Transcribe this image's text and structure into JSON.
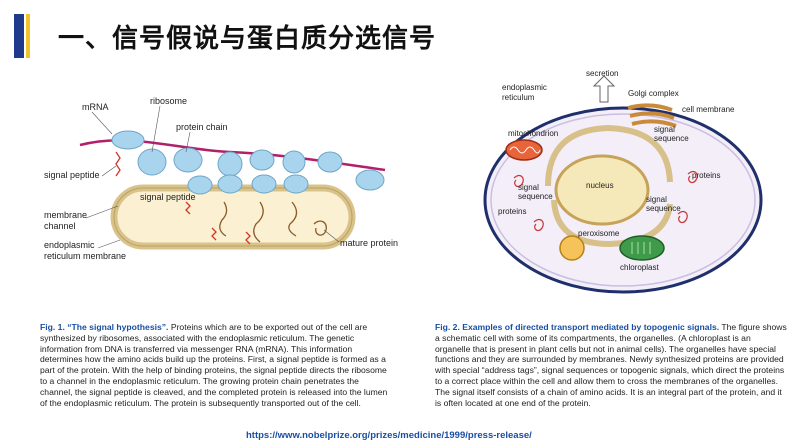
{
  "header": {
    "title": "一、信号假说与蛋白质分选信号",
    "accent_color": "#1f3a8c",
    "accent_color_2": "#f2c12e"
  },
  "figure1": {
    "labels": {
      "mrna": "mRNA",
      "ribosome": "ribosome",
      "protein_chain": "protein chain",
      "signal_peptide_left": "signal peptide",
      "membrane_channel": "membrane\nchannel",
      "signal_peptide_bottom": "signal peptide",
      "er_membrane": "endoplasmic\nreticulum membrane",
      "mature_protein": "mature protein"
    }
  },
  "figure2": {
    "labels": {
      "secretion": "secretion",
      "er": "endoplasmic\nreticulum",
      "golgi": "Golgi complex",
      "cell_membrane": "cell membrane",
      "mitochondrion": "mitochondrion",
      "signal_sequence_top": "signal\nsequence",
      "proteins_right": "proteins",
      "nucleus": "nucleus",
      "signal_sequence_left": "signal\nsequence",
      "proteins_left": "proteins",
      "signal_sequence_right": "signal\nsequence",
      "peroxisome": "peroxisome",
      "chloroplast": "chloroplast"
    }
  },
  "captions": {
    "fig1_title": "Fig. 1. “The signal hypothesis”.",
    "fig1_body": " Proteins which are to be exported out of the cell are synthesized by ribosomes, associated with the endoplasmic reticulum. The genetic information from DNA is transferred via messenger RNA (mRNA). This information determines how the amino acids build up the proteins. First, a signal peptide is formed as a part of the protein. With the help of binding proteins, the signal peptide directs the ribosome to a channel in the endoplasmic reticulum. The growing protein chain penetrates the channel, the signal peptide is cleaved, and the completed protein is released into the lumen of the endoplasmic reticulum. The protein is subsequently transported out of the cell.",
    "fig2_title": "Fig. 2. Examples of directed transport mediated by topogenic signals.",
    "fig2_body": " The figure shows a schematic cell with some of its compartments, the organelles. (A chloroplast is an organelle that is present in plant cells but not in animal cells). The organelles have special functions and they are surrounded by membranes. Newly synthesized proteins are provided with special “address tags”, signal sequences or topogenic signals, which direct the proteins to a correct place within the cell and allow them to cross the membranes of the organelles. The signal itself consists of a chain of amino acids. It is an integral part of the protein, and it is often located at one end of the protein."
  },
  "source_url": "https://www.nobelprize.org/prizes/medicine/1999/press-release/"
}
